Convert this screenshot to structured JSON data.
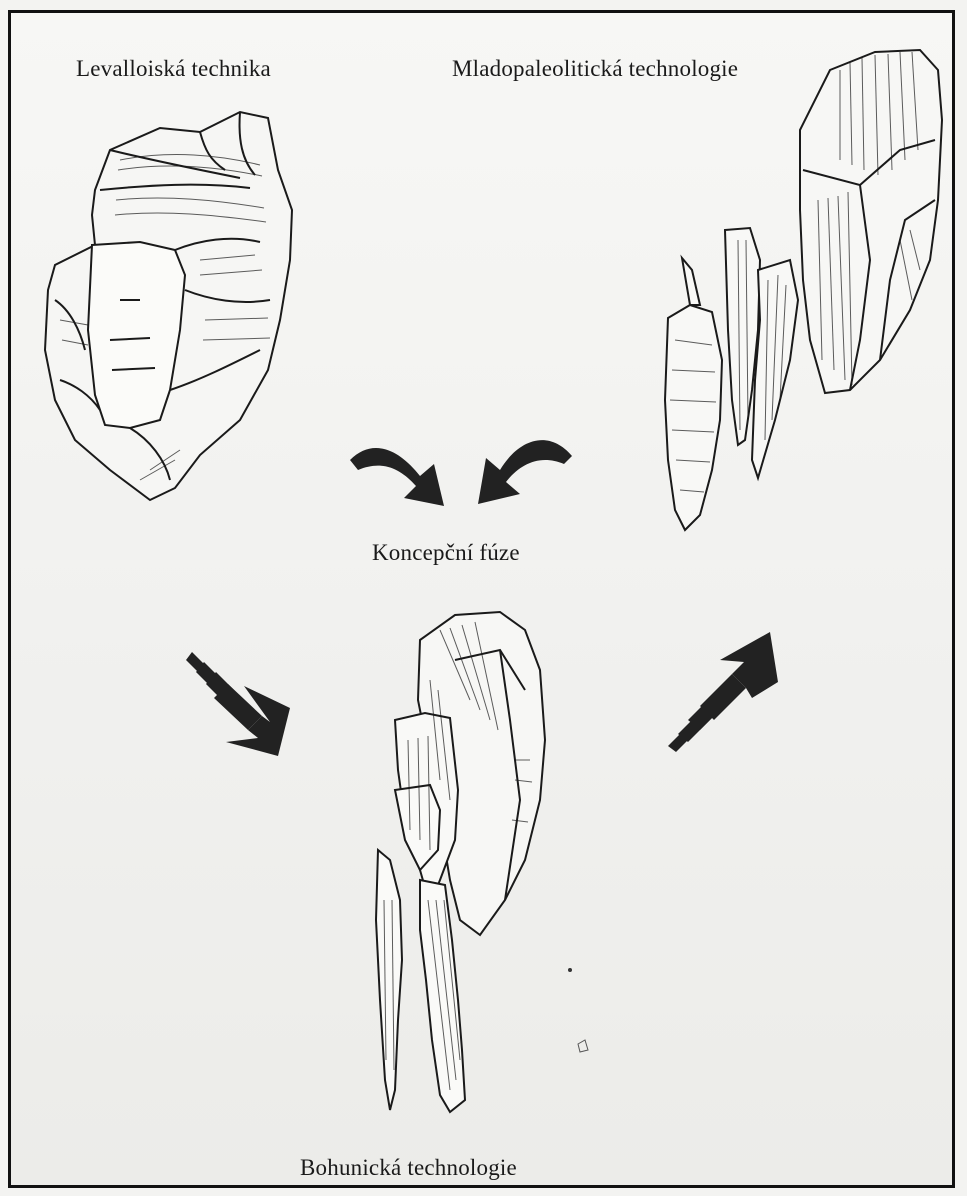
{
  "labels": {
    "levallois": "Levalloiská technika",
    "upper_paleolithic": "Mladopaleolitická technologie",
    "fusion": "Koncepční fúze",
    "bohunice": "Bohunická technologie"
  },
  "colors": {
    "ink": "#1a1a1a",
    "arrow": "#222222",
    "paper": "#f3f3f1",
    "frame": "#111111"
  }
}
